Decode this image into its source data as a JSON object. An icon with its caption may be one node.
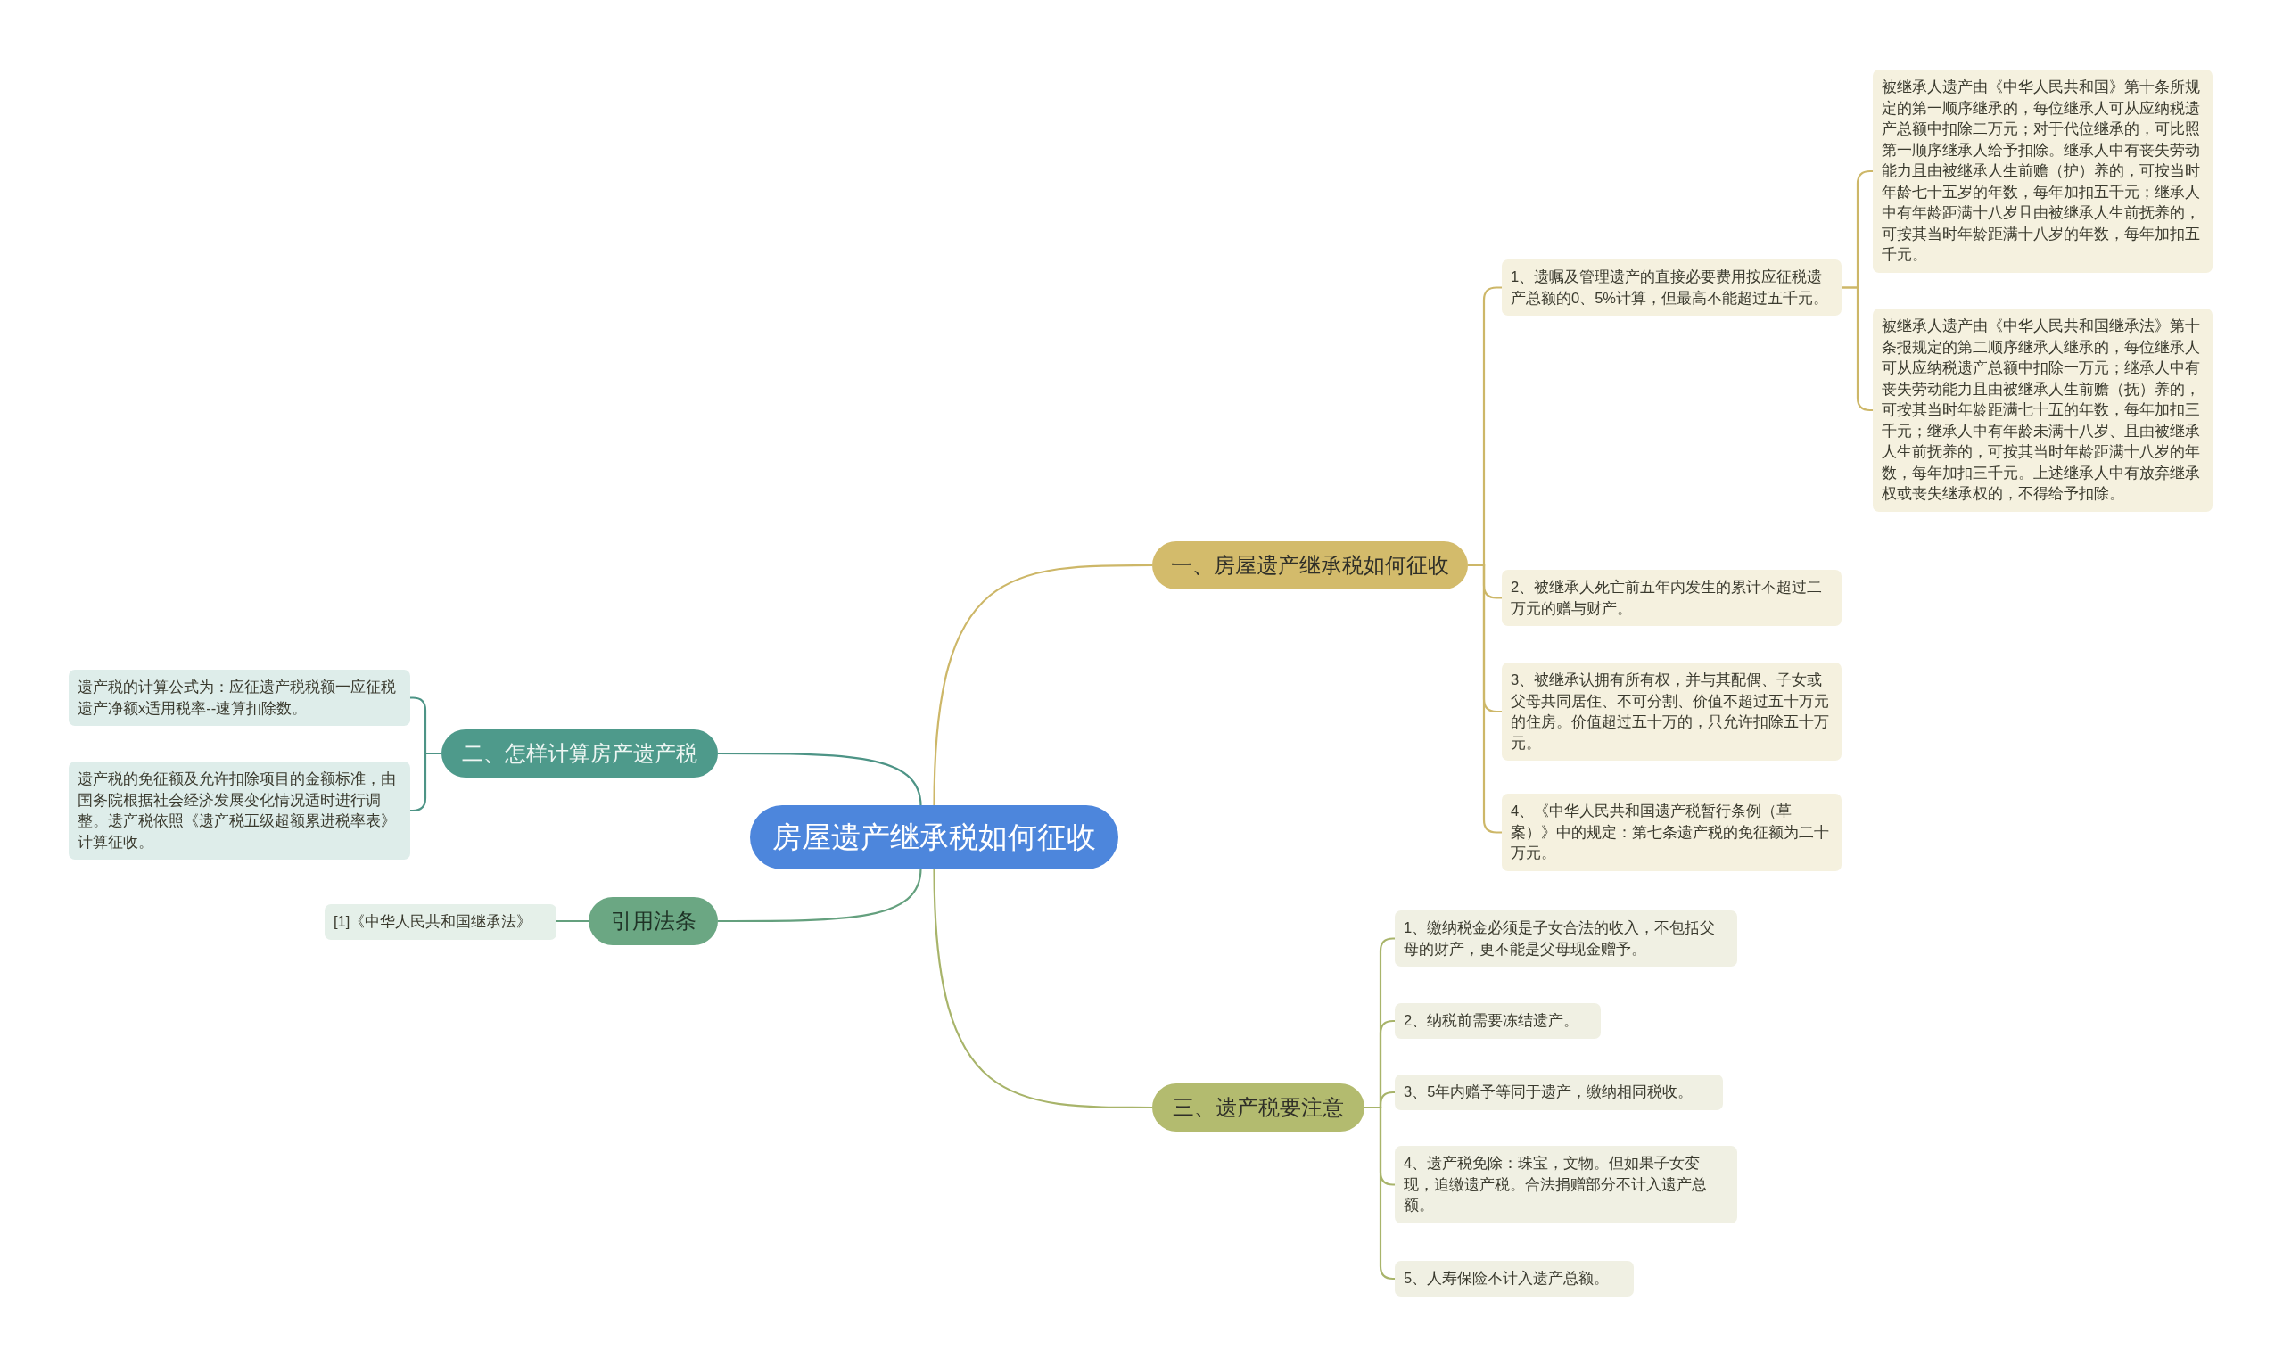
{
  "diagram": {
    "nodes": [
      {
        "text": [
          "房屋遗产继承税如何征收"
        ]
      },
      {
        "text": [
          "一、房屋遗产继承税如何征收"
        ]
      },
      {
        "text": [
          "1、遗嘱及管理遗产的直接必要费用按应征税遗产总额的0、5%计算，但最高不能超过五千元。"
        ]
      },
      {
        "text": [
          "被继承人遗产由《中华人民共和国》第十条所规定的第一顺序继承的，每位继承人可从应纳税遗产总额中扣除二万元；对于代位继承的，可比照第一顺序继承人给予扣除。继承人中有丧失劳动能力且由被继承人生前赡（护）养的，可按当时年龄七十五岁的年数，每年加扣五千元；继承人中有年龄距满十八岁且由被继承人生前抚养的，可按其当时年龄距满十八岁的年数，每年加扣五千元。"
        ]
      },
      {
        "text": [
          "被继承人遗产由《中华人民共和国继承法》第十条报规定的第二顺序继承人继承的，每位继承人可从应纳税遗产总额中扣除一万元；继承人中有丧失劳动能力且由被继承人生前赡（抚）养的，可按其当时年龄距满七十五的年数，每年加扣三千元；继承人中有年龄未满十八岁、且由被继承人生前抚养的，可按其当时年龄距满十八岁的年数，每年加扣三千元。上述继承人中有放弃继承权或丧失继承权的，不得给予扣除。"
        ]
      },
      {
        "text": [
          "2、被继承人死亡前五年内发生的累计不超过二万元的赠与财产。"
        ]
      },
      {
        "text": [
          "3、被继承认拥有所有权，并与其配偶、子女或父母共同居住、不可分割、价值不超过五十万元的住房。价值超过五十万的，只允许扣除五十万元。"
        ]
      },
      {
        "text": [
          "4、《中华人民共和国遗产税暂行条例（草案）》中的规定：第七条遗产税的免征额为二十万元。"
        ]
      },
      {
        "text": [
          "三、遗产税要注意"
        ]
      },
      {
        "text": [
          "1、缴纳税金必须是子女合法的收入，不包括父母的财产，更不能是父母现金赠予。"
        ]
      },
      {
        "text": [
          "2、纳税前需要冻结遗产。"
        ]
      },
      {
        "text": [
          "3、5年内赠予等同于遗产，缴纳相同税收。"
        ]
      },
      {
        "text": [
          "4、遗产税免除：珠宝，文物。但如果子女变现，追缴遗产税。合法捐赠部分不计入遗产总额。"
        ]
      },
      {
        "text": [
          "5、人寿保险不计入遗产总额。"
        ]
      },
      {
        "text": [
          "二、怎样计算房产遗产税"
        ]
      },
      {
        "text": [
          "遗产税的计算公式为：应征遗产税税额一应征税遗产净额x适用税率--速算扣除数。"
        ]
      },
      {
        "text": [
          "遗产税的免征额及允许扣除项目的金额标准，由国务院根据社会经济发展变化情况适时进行调整。遗产税依照《遗产税五级超额累进税率表》计算征收。"
        ]
      },
      {
        "text": [
          "引用法条"
        ]
      },
      {
        "text": [
          "[1]《中华人民共和国继承法》"
        ]
      }
    ],
    "edges": [
      {
        "from": 0,
        "to": 1,
        "arrow": "none",
        "color": "#cdb768"
      },
      {
        "from": 1,
        "to": 2,
        "arrow": "none",
        "color": "#cdb768"
      },
      {
        "from": 2,
        "to": 3,
        "arrow": "none",
        "color": "#cdb768"
      },
      {
        "from": 2,
        "to": 4,
        "arrow": "none",
        "color": "#cdb768"
      },
      {
        "from": 1,
        "to": 5,
        "arrow": "none",
        "color": "#cdb768"
      },
      {
        "from": 1,
        "to": 6,
        "arrow": "none",
        "color": "#cdb768"
      },
      {
        "from": 1,
        "to": 7,
        "arrow": "none",
        "color": "#cdb768"
      },
      {
        "from": 0,
        "to": 8,
        "arrow": "none",
        "color": "#a8b46a"
      },
      {
        "from": 8,
        "to": 9,
        "arrow": "none",
        "color": "#a8b46a"
      },
      {
        "from": 8,
        "to": 10,
        "arrow": "none",
        "color": "#a8b46a"
      },
      {
        "from": 8,
        "to": 11,
        "arrow": "none",
        "color": "#a8b46a"
      },
      {
        "from": 8,
        "to": 12,
        "arrow": "none",
        "color": "#a8b46a"
      },
      {
        "from": 8,
        "to": 13,
        "arrow": "none",
        "color": "#a8b46a"
      },
      {
        "from": 0,
        "to": 14,
        "arrow": "none",
        "color": "#4d9486"
      },
      {
        "from": 14,
        "to": 15,
        "arrow": "none",
        "color": "#4d9486"
      },
      {
        "from": 14,
        "to": 16,
        "arrow": "none",
        "color": "#4d9486"
      },
      {
        "from": 0,
        "to": 17,
        "arrow": "none",
        "color": "#64a07e"
      },
      {
        "from": 17,
        "to": 18,
        "arrow": "none",
        "color": "#64a07e"
      }
    ]
  }
}
